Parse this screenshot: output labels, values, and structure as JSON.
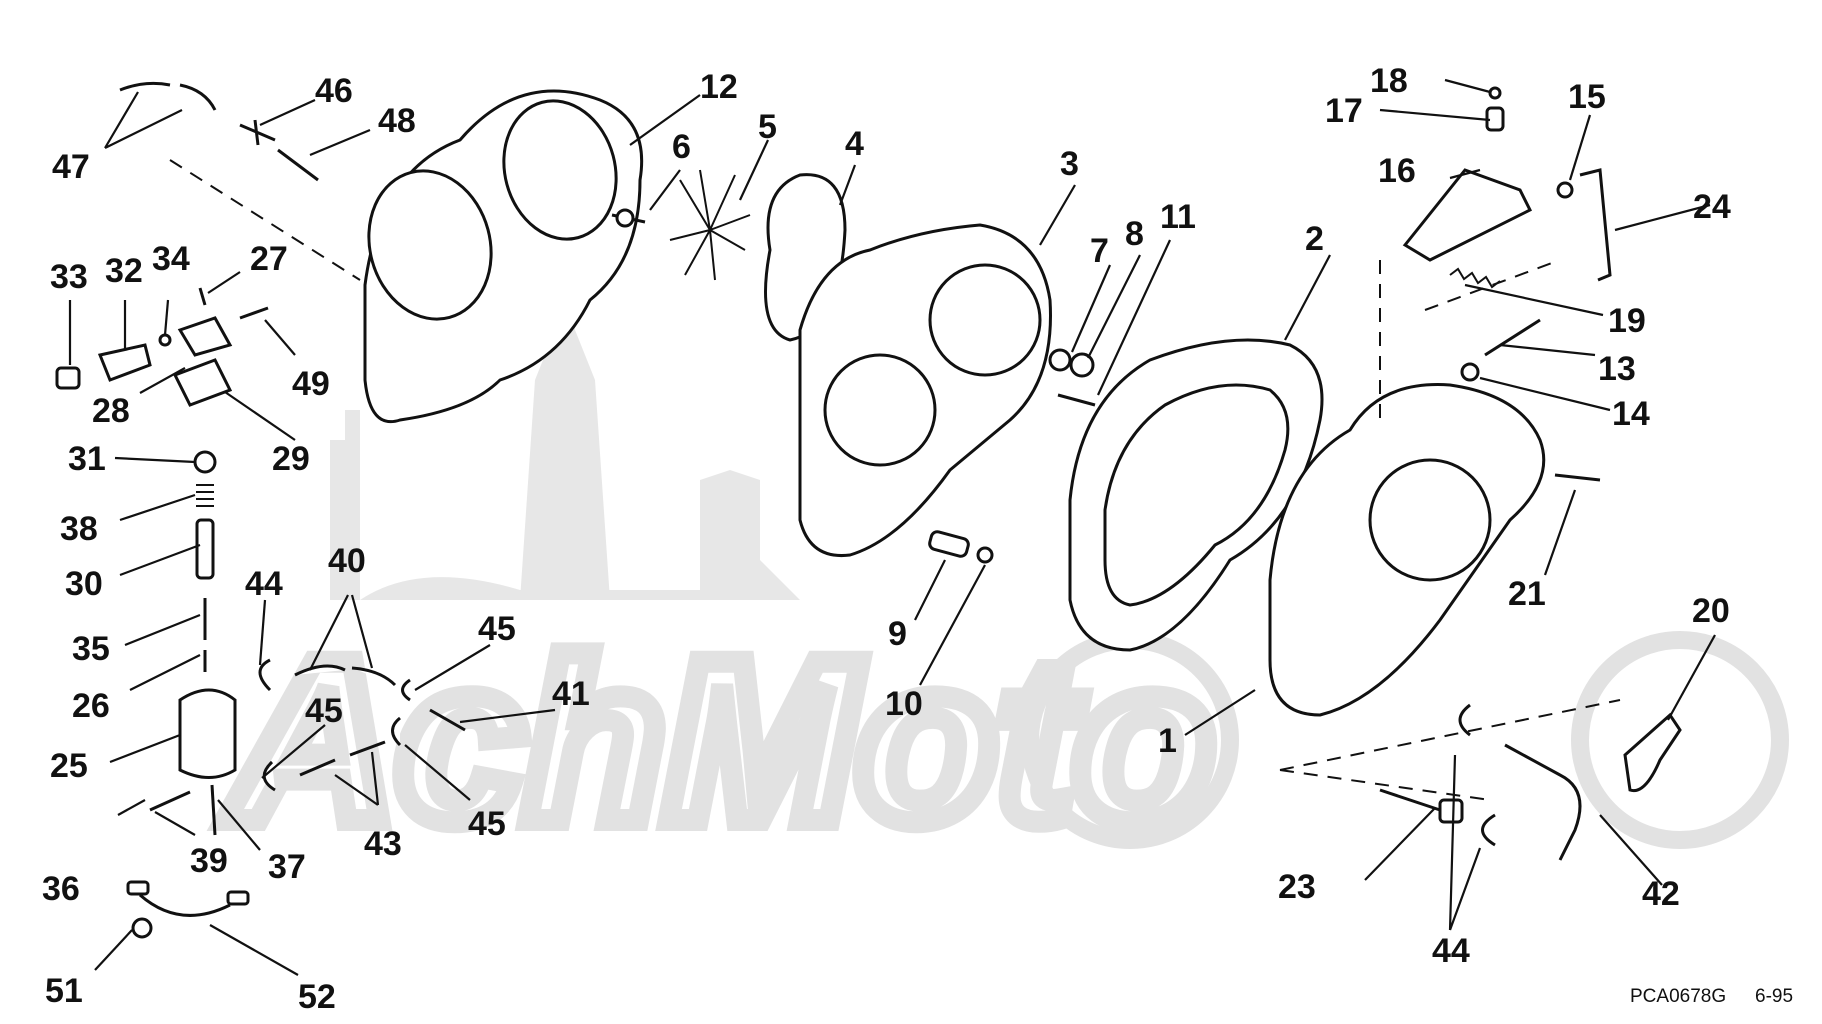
{
  "diagram": {
    "callouts": [
      {
        "id": "c1",
        "label": "1"
      },
      {
        "id": "c2",
        "label": "2"
      },
      {
        "id": "c3",
        "label": "3"
      },
      {
        "id": "c4",
        "label": "4"
      },
      {
        "id": "c5",
        "label": "5"
      },
      {
        "id": "c6",
        "label": "6"
      },
      {
        "id": "c7",
        "label": "7"
      },
      {
        "id": "c8",
        "label": "8"
      },
      {
        "id": "c9",
        "label": "9"
      },
      {
        "id": "c10",
        "label": "10"
      },
      {
        "id": "c11",
        "label": "11"
      },
      {
        "id": "c12",
        "label": "12"
      },
      {
        "id": "c13",
        "label": "13"
      },
      {
        "id": "c14",
        "label": "14"
      },
      {
        "id": "c15",
        "label": "15"
      },
      {
        "id": "c16",
        "label": "16"
      },
      {
        "id": "c17",
        "label": "17"
      },
      {
        "id": "c18",
        "label": "18"
      },
      {
        "id": "c19",
        "label": "19"
      },
      {
        "id": "c20",
        "label": "20"
      },
      {
        "id": "c21",
        "label": "21"
      },
      {
        "id": "c23",
        "label": "23"
      },
      {
        "id": "c24",
        "label": "24"
      },
      {
        "id": "c25",
        "label": "25"
      },
      {
        "id": "c26",
        "label": "26"
      },
      {
        "id": "c27",
        "label": "27"
      },
      {
        "id": "c28",
        "label": "28"
      },
      {
        "id": "c29",
        "label": "29"
      },
      {
        "id": "c30",
        "label": "30"
      },
      {
        "id": "c31",
        "label": "31"
      },
      {
        "id": "c32",
        "label": "32"
      },
      {
        "id": "c33",
        "label": "33"
      },
      {
        "id": "c34",
        "label": "34"
      },
      {
        "id": "c35",
        "label": "35"
      },
      {
        "id": "c36",
        "label": "36"
      },
      {
        "id": "c37",
        "label": "37"
      },
      {
        "id": "c38",
        "label": "38"
      },
      {
        "id": "c39",
        "label": "39"
      },
      {
        "id": "c40",
        "label": "40"
      },
      {
        "id": "c41",
        "label": "41"
      },
      {
        "id": "c42",
        "label": "42"
      },
      {
        "id": "c43",
        "label": "43"
      },
      {
        "id": "c44a",
        "label": "44"
      },
      {
        "id": "c44b",
        "label": "44"
      },
      {
        "id": "c45a",
        "label": "45"
      },
      {
        "id": "c45b",
        "label": "45"
      },
      {
        "id": "c45c",
        "label": "45"
      },
      {
        "id": "c46",
        "label": "46"
      },
      {
        "id": "c47",
        "label": "47"
      },
      {
        "id": "c48",
        "label": "48"
      },
      {
        "id": "c49",
        "label": "49"
      },
      {
        "id": "c51",
        "label": "51"
      },
      {
        "id": "c52",
        "label": "52"
      }
    ],
    "footer": {
      "code": "PCA0678G",
      "date": "6-95"
    }
  }
}
